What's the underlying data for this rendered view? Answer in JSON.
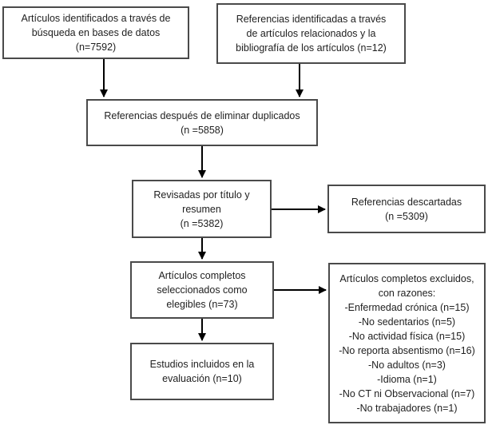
{
  "diagram": {
    "title": "PRISMA-style study selection flow diagram (Spanish)",
    "colors": {
      "background": "#ffffff",
      "box_border": "#4a4a4a",
      "arrow": "#000000",
      "text": "#1f1f1f"
    },
    "boxes": {
      "identified_db": {
        "text": "Artículos identificados a través de\nbúsqueda en bases de datos\n(n=7592)"
      },
      "identified_refs": {
        "text": "Referencias identificadas a través\nde artículos relacionados y la\nbibliografía de los artículos (n=12)"
      },
      "after_dedup": {
        "text": "Referencias después de eliminar duplicados\n(n =5858)"
      },
      "screened": {
        "text": "Revisadas por título y\nresumen\n(n =5382)"
      },
      "discarded": {
        "text": "Referencias descartadas\n(n =5309)"
      },
      "eligible": {
        "text": "Artículos completos\nseleccionados como\nelegibles (n=73)"
      },
      "excluded": {
        "title": "Artículos completos excluidos,\ncon razones:",
        "reasons": [
          "-Enfermedad crónica (n=15)",
          "-No sedentarios (n=5)",
          "-No actividad física (n=15)",
          "-No reporta absentismo (n=16)",
          "-No adultos (n=3)",
          "-Idioma (n=1)",
          "-No CT ni Observacional (n=7)",
          "-No trabajadores (n=1)"
        ]
      },
      "included": {
        "text": "Estudios incluidos en la\nevaluación (n=10)"
      }
    }
  }
}
